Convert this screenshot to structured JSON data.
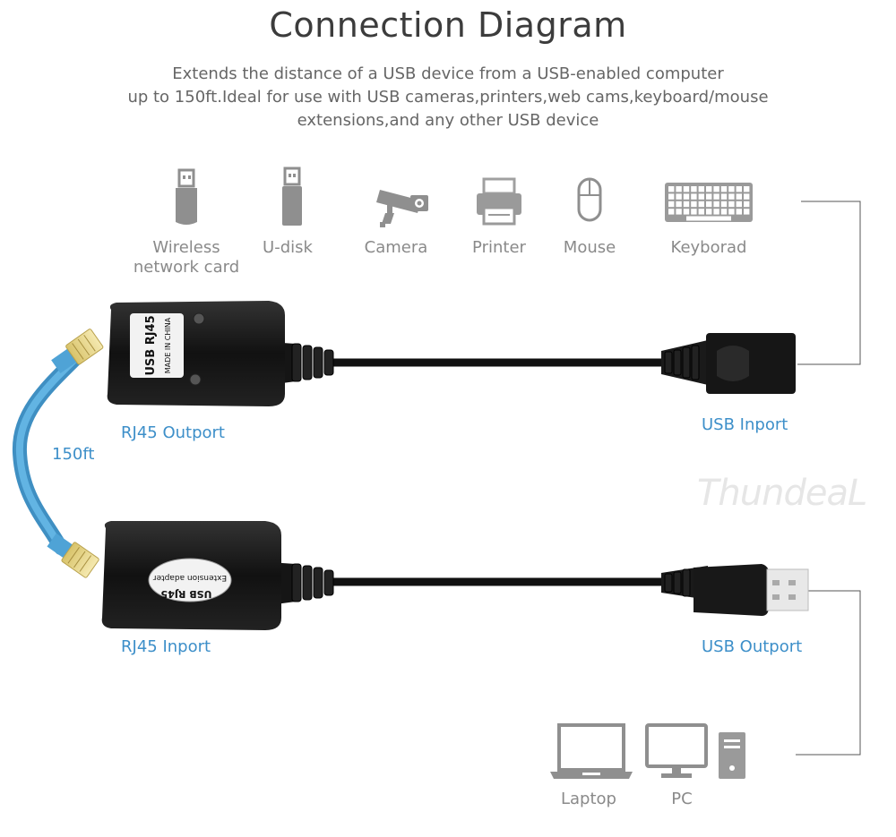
{
  "title": "Connection Diagram",
  "description": [
    "Extends the distance of a USB device from a USB-enabled computer",
    "up to 150ft.Ideal for use with USB cameras,printers,web cams,keyboard/mouse",
    "extensions,and any other USB device"
  ],
  "devices": [
    {
      "label_lines": [
        "Wireless",
        "network card"
      ],
      "icon": "usb-dongle-icon"
    },
    {
      "label_lines": [
        "U-disk"
      ],
      "icon": "usb-drive-icon"
    },
    {
      "label_lines": [
        "Camera"
      ],
      "icon": "security-camera-icon"
    },
    {
      "label_lines": [
        "Printer"
      ],
      "icon": "printer-icon"
    },
    {
      "label_lines": [
        "Mouse"
      ],
      "icon": "mouse-icon"
    },
    {
      "label_lines": [
        "Keyborad"
      ],
      "icon": "keyboard-icon"
    }
  ],
  "labels": {
    "rj45_outport": "RJ45 Outport",
    "usb_inport": "USB Inport",
    "cable_length": "150ft",
    "rj45_inport": "RJ45 Inport",
    "usb_outport": "USB Outport"
  },
  "adapter_top": {
    "line1": "USB RJ45",
    "line2": "MADE IN CHINA"
  },
  "adapter_bottom": {
    "line1": "Extension adapter",
    "line2": "USB RJ45"
  },
  "computers": [
    {
      "label": "Laptop",
      "icon": "laptop-icon"
    },
    {
      "label": "PC",
      "icon": "desktop-pc-icon"
    }
  ],
  "watermark": "ThundeaL",
  "colors": {
    "accent_blue": "#3d8fc9",
    "cable_blue": "#4fa3d6",
    "icon_gray": "#8f8f8f",
    "adapter_black": "#1a1a1a"
  }
}
